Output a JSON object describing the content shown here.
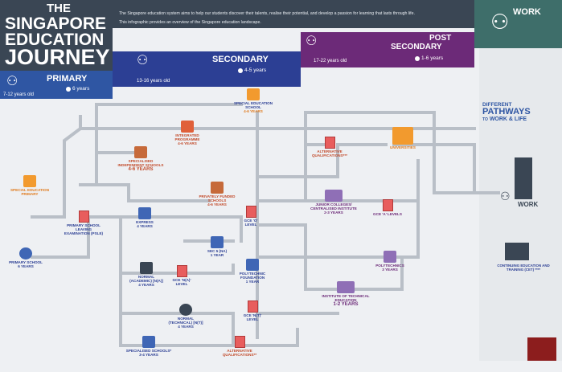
{
  "title": {
    "line1": "THE",
    "line2": "SINGAPORE",
    "line3": "EDUCATION",
    "line4": "JOURNEY"
  },
  "intro": {
    "p1": "The Singapore education system aims to help our students discover their talents, realise their potential, and develop a passion for learning that lasts through life.",
    "p2": "This infographic provides an overview of the Singapore education landscape."
  },
  "stages": {
    "primary": {
      "label": "PRIMARY",
      "age": "7-12 years old",
      "duration": "6 years"
    },
    "secondary": {
      "label": "SECONDARY",
      "age": "13-16 years old",
      "duration": "4-5 years"
    },
    "post": {
      "label1": "POST",
      "label2": "SECONDARY",
      "age": "17-22 years old",
      "duration": "1-6 years"
    },
    "work": {
      "label": "WORK"
    }
  },
  "pathways": {
    "line1": "DIFFERENT",
    "line2": "PATHWAYS",
    "line3": "TO",
    "line4": "WORK & LIFE"
  },
  "nodes": {
    "special_ed_primary": {
      "label": "SPECIAL EDUCATION PRIMARY"
    },
    "primary_school": {
      "label": "PRIMARY SCHOOL",
      "dur": "6 YEARS"
    },
    "psle": {
      "label": "PRIMARY SCHOOL LEAVING EXAMINATION (PSLE)"
    },
    "special_ed_school": {
      "label": "SPECIAL EDUCATION SCHOOL",
      "dur": "4-6 YEARS"
    },
    "integrated": {
      "label": "INTEGRATED PROGRAMME",
      "dur": "4-6 YEARS"
    },
    "sis": {
      "label": "SPECIALISED INDEPENDENT SCHOOLS",
      "dur": "4-6 YEARS"
    },
    "privately_funded": {
      "label": "PRIVATELY FUNDED SCHOOLS",
      "dur": "4-6 YEARS"
    },
    "express": {
      "label": "EXPRESS",
      "dur": "4 YEARS"
    },
    "gce_o": {
      "label": "GCE 'O' LEVEL"
    },
    "sec5": {
      "label": "SEC 5 (NA)",
      "dur": "1 YEAR"
    },
    "normal_academic": {
      "label": "NORMAL (ACADEMIC) [N(A)]",
      "dur": "4 YEARS"
    },
    "gce_na": {
      "label": "GCE 'N(A)' LEVEL"
    },
    "poly_foundation": {
      "label": "POLYTECHNIC FOUNDATION",
      "dur": "1 YEAR"
    },
    "normal_technical": {
      "label": "NORMAL (TECHNICAL) [N(T)]",
      "dur": "4 YEARS"
    },
    "gce_nt": {
      "label": "GCE 'N(T)' LEVEL"
    },
    "specialised_schools": {
      "label": "SPECIALISED SCHOOLS*",
      "dur": "3-4 YEARS"
    },
    "alt_qual_bottom": {
      "label": "ALTERNATIVE QUALIFICATIONS**"
    },
    "alt_qual_top": {
      "label": "ALTERNATIVE QUALIFICATIONS***"
    },
    "universities": {
      "label": "UNIVERSITIES"
    },
    "jc": {
      "label": "JUNIOR COLLEGES/ CENTRALISED INSTITUTE",
      "dur": "2-3 YEARS"
    },
    "gce_a": {
      "label": "GCE 'A' LEVELS"
    },
    "polytechnics": {
      "label": "POLYTECHNICS",
      "dur": "3 YEARS"
    },
    "ite": {
      "label": "INSTITUTE OF TECHNICAL EDUCATION",
      "dur": "1-2 YEARS"
    },
    "work": {
      "label": "WORK"
    },
    "cet": {
      "label": "CONTINUING EDUCATION AND TRAINING (CET) ****"
    }
  },
  "colors": {
    "navy": "#2c3f94",
    "purple": "#6c2a78",
    "teal": "#3e6e6a",
    "slate": "#3a4654",
    "line": "#b9bfc7",
    "orange": "#f29a2e",
    "violet": "#8f6fb6",
    "blue": "#3f66b5",
    "red": "#e85d5d"
  }
}
